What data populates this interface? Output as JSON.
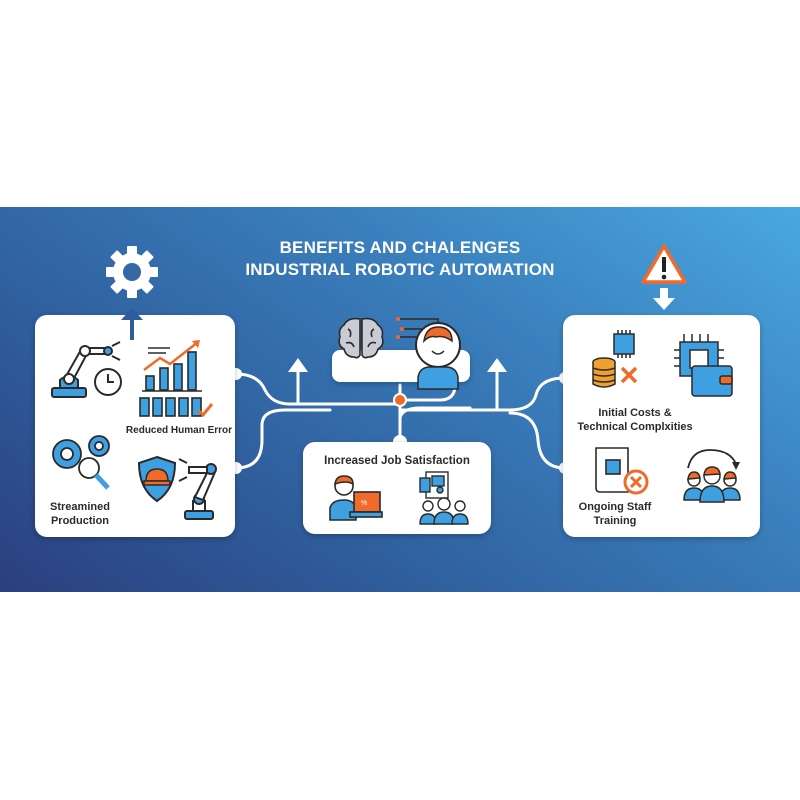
{
  "title": {
    "line1": "BENEFITS AND CHALENGES",
    "line2": "INDUSTRIAL ROBOTIC AUTOMATION"
  },
  "colors": {
    "accent_blue": "#3ea0e0",
    "accent_orange": "#f06a2a",
    "outline": "#2a2a2a",
    "banner_dark": "#2b3f7e",
    "banner_light": "#4aa8e0"
  },
  "left_panel": {
    "top_icon": "gear-icon",
    "labels": {
      "reduced_error": "Reduced Human Error",
      "streamlined_line1": "Streamined",
      "streamlined_line2": "Production"
    },
    "icons": [
      "robotic-arm-icon",
      "clock-icon",
      "bar-chart-trend-icon",
      "checkmark-icon",
      "gears-magnifier-icon",
      "safety-shield-helmet-icon",
      "robotic-arm-icon"
    ]
  },
  "center_top": {
    "icons": [
      "brain-icon",
      "person-avatar-icon"
    ]
  },
  "center_panel": {
    "label": "Increased Job Satisfaction",
    "icons": [
      "worker-laptop-icon",
      "team-documents-icon"
    ]
  },
  "right_panel": {
    "top_icon": "warning-icon",
    "labels": {
      "costs_line1": "Initial Costs &",
      "costs_line2": "Technical Complxities",
      "training_line1": "Ongoing Staff",
      "training_line2": "Training"
    },
    "icons": [
      "chip-coins-cross-icon",
      "circuit-wallet-icon",
      "manual-chip-cross-icon",
      "team-rotation-icon"
    ]
  }
}
